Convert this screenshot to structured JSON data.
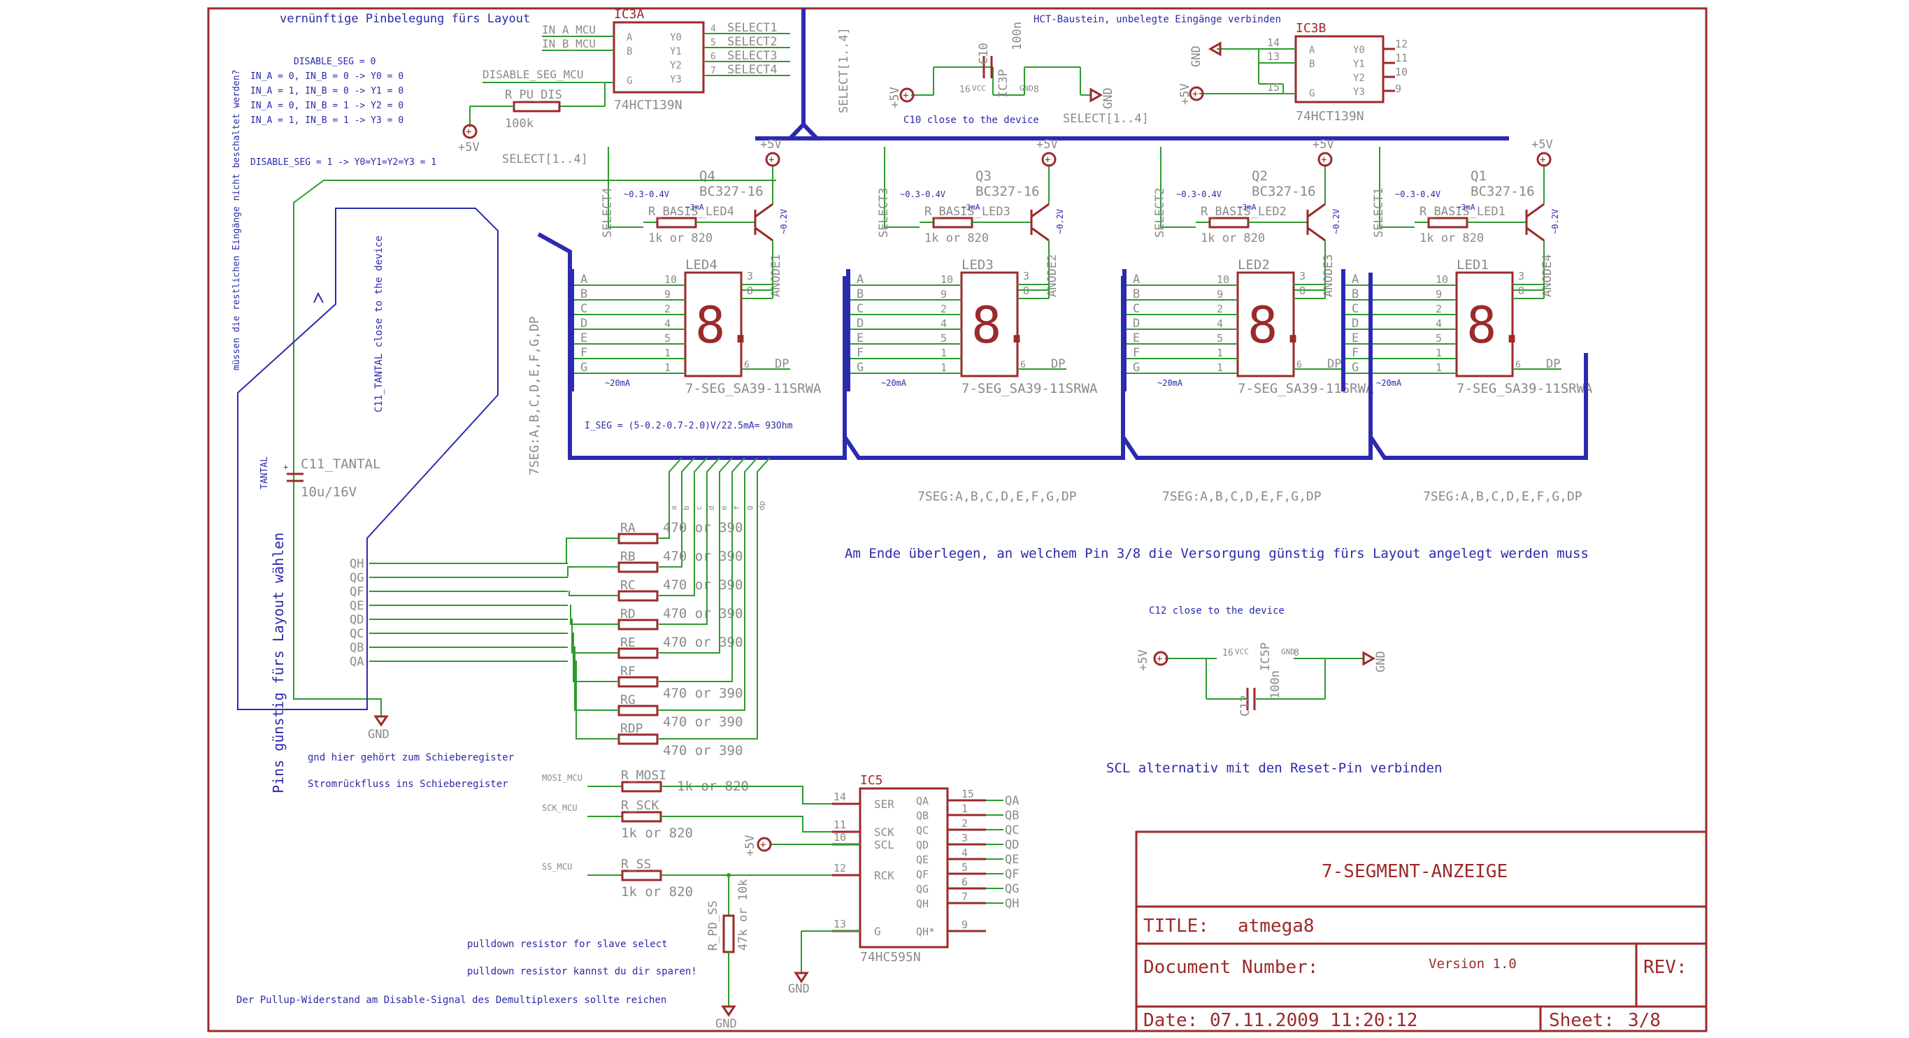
{
  "colors": {
    "wire": "#2e9a2e",
    "bus": "#2b2bb0",
    "part": "#9b2a2a",
    "label": "#8a8a8a",
    "note": "#2a2aa8"
  },
  "notes": {
    "pin_layout": "vernünftige Pinbelegung fürs Layout",
    "truth_1": "DISABLE_SEG = 0",
    "truth_2": "IN_A = 0, IN_B = 0 -> Y0 = 0",
    "truth_3": "IN_A = 1, IN_B = 0 -> Y1 = 0",
    "truth_4": "IN_A = 0, IN_B = 1 -> Y2 = 0",
    "truth_5": "IN_A = 1, IN_B = 1 -> Y3 = 0",
    "truth_6": "DISABLE_SEG = 1 -> Y0=Y1=Y2=Y3 = 1",
    "unused_inputs": "müssen die restlichen Eingänge nicht beschaltet werden?",
    "hct": "HCT-Baustein, unbelegte Eingänge verbinden",
    "c10": "C10 close to the device",
    "c11_close": "C11_TANTAL  close to the device",
    "iseg": "I_SEG = (5-0.2-0.7-2.0)V/22.5mA= 93Ohm",
    "pin38": "Am Ende überlegen, an welchem Pin 3/8 die Versorgung günstig fürs Layout angelegt werden muss",
    "c12": "C12 close to the device",
    "scl": "SCL alternativ mit den Reset-Pin verbinden",
    "gnd_sr": "gnd hier gehört zum Schieberegister",
    "return_sr": "Stromrückfluss ins Schieberegister",
    "pins_layout": "Pins günstig fürs Layout wählen",
    "pulldown": "pulldown resistor for slave select",
    "pulldown_spare": "pulldown resistor kannst du dir sparen!",
    "pullup": "Der Pullup-Widerstand am Disable-Signal des Demultiplexers sollte reichen",
    "tantal": "TANTAL"
  },
  "ic3a": {
    "name": "IC3A",
    "type": "74HCT139N",
    "in_a": "IN_A_MCU",
    "in_b": "IN_B_MCU",
    "disable": "DISABLE_SEG_MCU",
    "pins": [
      "A",
      "B",
      "G",
      "Y0",
      "Y1",
      "Y2",
      "Y3"
    ],
    "pin_nums": [
      "4",
      "5",
      "6",
      "7"
    ],
    "outs": [
      "SELECT1",
      "SELECT2",
      "SELECT3",
      "SELECT4"
    ]
  },
  "ic3b": {
    "name": "IC3B",
    "type": "74HCT139N",
    "pins": [
      "A",
      "B",
      "G",
      "Y0",
      "Y1",
      "Y2",
      "Y3"
    ],
    "pin_nums": [
      "14",
      "13",
      "15",
      "12",
      "11",
      "10",
      "9"
    ]
  },
  "ic3p": {
    "name": "IC3P",
    "vcc": "VCC",
    "gnd": "GND",
    "pin_vcc": "16",
    "pin_gnd": "8"
  },
  "ic5p": {
    "name": "IC5P",
    "vcc": "VCC",
    "gnd": "GND",
    "pin_vcc": "16",
    "pin_gnd": "8"
  },
  "power": {
    "vcc": "+5V",
    "gnd": "GND"
  },
  "r_pu": {
    "name": "R_PU_DIS",
    "value": "100k"
  },
  "c10": {
    "name": "C10",
    "value": "100n"
  },
  "c11": {
    "name": "C11_TANTAL",
    "value": "10u/16V"
  },
  "c12": {
    "name": "C12",
    "value": "100n"
  },
  "bus": {
    "select": "SELECT[1..4]",
    "seg": "7SEG:A,B,C,D,E,F,G,DP"
  },
  "digits": [
    {
      "led": "LED4",
      "q": "Q4",
      "rb": "R_BASIS_LED4",
      "anode": "ANODE1",
      "sel": "SELECT4"
    },
    {
      "led": "LED3",
      "q": "Q3",
      "rb": "R_BASIS_LED3",
      "anode": "ANODE2",
      "sel": "SELECT3"
    },
    {
      "led": "LED2",
      "q": "Q2",
      "rb": "R_BASIS_LED2",
      "anode": "ANODE3",
      "sel": "SELECT2"
    },
    {
      "led": "LED1",
      "q": "Q1",
      "rb": "R_BASIS_LED1",
      "anode": "ANODE4",
      "sel": "SELECT1"
    }
  ],
  "digit_common": {
    "transistor": "BC327-16",
    "rb_value": "1k or 820",
    "ib": "~3mA",
    "ibase": "~0.3-0.4V",
    "vce": "~0.2V",
    "display": "7-SEG_SA39-11SRWA",
    "glyph": "8.",
    "seg_current": "~20mA",
    "dp_label": "DP",
    "dp_pin": "6",
    "seg_letters": [
      "A",
      "B",
      "C",
      "D",
      "E",
      "F",
      "G"
    ],
    "seg_pins": [
      "10",
      "9",
      "2",
      "4",
      "5",
      "1",
      "1"
    ],
    "com_pins": [
      "3",
      "8"
    ]
  },
  "seg_res": [
    {
      "name": "RA",
      "value": "470 or 390"
    },
    {
      "name": "RB",
      "value": "470 or 390"
    },
    {
      "name": "RC",
      "value": "470 or 390"
    },
    {
      "name": "RD",
      "value": "470 or 390"
    },
    {
      "name": "RE",
      "value": "470 or 390"
    },
    {
      "name": "RF",
      "value": "470 or 390"
    },
    {
      "name": "RG",
      "value": "470 or 390"
    },
    {
      "name": "RDP",
      "value": "470 or 390"
    }
  ],
  "q_nets": [
    "QH",
    "QG",
    "QF",
    "QE",
    "QD",
    "QC",
    "QB",
    "QA"
  ],
  "seg_bus_letters": [
    "a",
    "b",
    "c",
    "d",
    "e",
    "f",
    "g",
    "dp"
  ],
  "ic5": {
    "name": "IC5",
    "type": "74HC595N",
    "left_pins": [
      {
        "num": "14",
        "label": "SER"
      },
      {
        "num": "11",
        "label": "SCK"
      },
      {
        "num": "10",
        "label": "SCL"
      },
      {
        "num": "12",
        "label": "RCK"
      },
      {
        "num": "13",
        "label": "G"
      }
    ],
    "right_pins": [
      {
        "num": "15",
        "label": "QA"
      },
      {
        "num": "1",
        "label": "QB"
      },
      {
        "num": "2",
        "label": "QC"
      },
      {
        "num": "3",
        "label": "QD"
      },
      {
        "num": "4",
        "label": "QE"
      },
      {
        "num": "5",
        "label": "QF"
      },
      {
        "num": "6",
        "label": "QG"
      },
      {
        "num": "7",
        "label": "QH"
      },
      {
        "num": "9",
        "label": "QH*"
      }
    ],
    "nets": [
      "QA",
      "QB",
      "QC",
      "QD",
      "QE",
      "QF",
      "QG",
      "QH"
    ]
  },
  "mcu_res": [
    {
      "net": "MOSI_MCU",
      "name": "R_MOSI",
      "value": "1k or 820"
    },
    {
      "net": "SCK_MCU",
      "name": "R_SCK",
      "value": "1k or 820"
    },
    {
      "net": "SS_MCU",
      "name": "R_SS",
      "value": "1k or 820"
    }
  ],
  "r_pd": {
    "name": "R_PD_SS",
    "value": "47k or 10k"
  },
  "title_block": {
    "heading": "7-SEGMENT-ANZEIGE",
    "title_label": "TITLE:",
    "title": "atmega8",
    "docnum_label": "Document Number:",
    "version": "Version 1.0",
    "rev_label": "REV:",
    "date_label": "Date:",
    "date": "07.11.2009 11:20:12",
    "sheet_label": "Sheet:",
    "sheet": "3/8"
  }
}
